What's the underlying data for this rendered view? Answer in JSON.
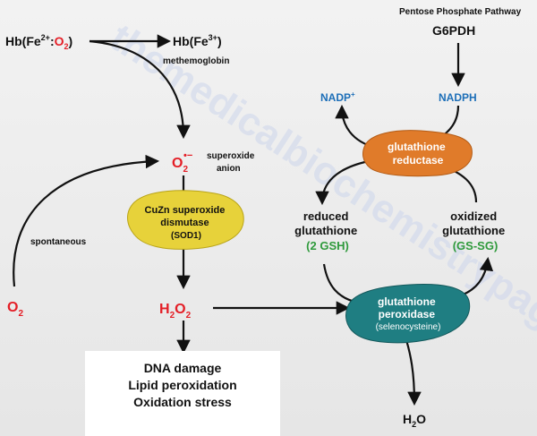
{
  "watermark": "themedicalbiochemistrypage.org",
  "hb_start": {
    "prefix": "Hb(Fe",
    "sup": "2+",
    "colon": ":",
    "o2": "O",
    "o2_sub": "2",
    "close": ")"
  },
  "hb_end": {
    "prefix": "Hb(Fe",
    "sup": "3+",
    "close": ")"
  },
  "methemoglobin": "methemoglobin",
  "superoxide": {
    "symbol": "O",
    "sub": "2",
    "charge": "•−",
    "label_line1": "superoxide",
    "label_line2": "anion"
  },
  "spontaneous": "spontaneous",
  "o2_left": {
    "symbol": "O",
    "sub": "2"
  },
  "sod": {
    "line1": "CuZn superoxide",
    "line2": "dismutase",
    "line3": "(SOD1)"
  },
  "h2o2": {
    "h": "H",
    "sub1": "2",
    "o": "O",
    "sub2": "2"
  },
  "outcomes": [
    "DNA damage",
    "Lipid peroxidation",
    "Oxidation stress"
  ],
  "pentose": "Pentose Phosphate Pathway",
  "g6pdh": "G6PDH",
  "nadp_plus": {
    "text": "NADP",
    "sup": "+"
  },
  "nadph": "NADPH",
  "gr": {
    "line1": "glutathione",
    "line2": "reductase"
  },
  "reduced": {
    "line1": "reduced",
    "line2": "glutathione",
    "line3": "(2 GSH)"
  },
  "oxidized": {
    "line1": "oxidized",
    "line2": "glutathione",
    "line3": "(GS-SG)"
  },
  "gpx": {
    "line1": "glutathione",
    "line2": "peroxidase",
    "line3": "(selenocysteine)"
  },
  "h2o": {
    "h": "H",
    "sub": "2",
    "o": "O"
  },
  "colors": {
    "red": "#e41e26",
    "blue": "#1d6fb8",
    "green": "#2f9a3c",
    "sod": "#e7d23a",
    "gr": "#e07b2a",
    "gpx": "#1f7e82"
  }
}
